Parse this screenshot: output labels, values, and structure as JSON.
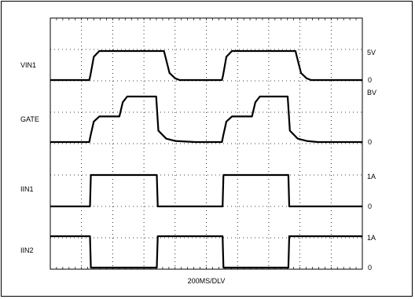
{
  "chart_data": {
    "type": "line",
    "xlabel": "200MS/DLV",
    "x_divisions": 10,
    "y_divisions": 8,
    "grid": true,
    "colors": {
      "trace": "#000000",
      "grid": "#000000",
      "background": "#ffffff"
    },
    "series": [
      {
        "name": "VIN1",
        "levels": [
          "5V",
          "0"
        ],
        "low": 0,
        "high": 5,
        "points": [
          [
            0,
            0
          ],
          [
            1.75,
            0
          ],
          [
            1.8,
            0.8
          ],
          [
            1.95,
            4.0
          ],
          [
            2.2,
            5
          ],
          [
            5.1,
            5
          ],
          [
            5.35,
            1.2
          ],
          [
            5.6,
            0.3
          ],
          [
            5.8,
            0
          ],
          [
            7.7,
            0
          ],
          [
            7.75,
            0.8
          ],
          [
            7.9,
            4.0
          ],
          [
            8.15,
            5
          ],
          [
            11.0,
            5
          ],
          [
            11.25,
            1.2
          ],
          [
            11.5,
            0.3
          ],
          [
            11.7,
            0
          ],
          [
            14,
            0
          ]
        ]
      },
      {
        "name": "GATE",
        "levels": [
          "BV",
          "0"
        ],
        "low": 0,
        "high": 8,
        "points": [
          [
            0,
            0
          ],
          [
            1.75,
            0
          ],
          [
            1.8,
            1.0
          ],
          [
            1.95,
            3.6
          ],
          [
            2.2,
            4.5
          ],
          [
            3.1,
            4.5
          ],
          [
            3.25,
            7.0
          ],
          [
            3.45,
            8
          ],
          [
            4.75,
            8
          ],
          [
            4.85,
            2.0
          ],
          [
            5.2,
            0.6
          ],
          [
            5.6,
            0.2
          ],
          [
            6.5,
            0
          ],
          [
            7.7,
            0
          ],
          [
            7.75,
            1.0
          ],
          [
            7.9,
            3.6
          ],
          [
            8.15,
            4.5
          ],
          [
            9.05,
            4.5
          ],
          [
            9.2,
            7.0
          ],
          [
            9.4,
            8
          ],
          [
            10.65,
            8
          ],
          [
            10.75,
            2.0
          ],
          [
            11.1,
            0.6
          ],
          [
            11.5,
            0.2
          ],
          [
            12.0,
            0
          ],
          [
            14,
            0
          ]
        ]
      },
      {
        "name": "IIN1",
        "levels": [
          "1A",
          "0"
        ],
        "low": 0,
        "high": 1,
        "points": [
          [
            0,
            0
          ],
          [
            1.78,
            0
          ],
          [
            1.82,
            1
          ],
          [
            4.78,
            1
          ],
          [
            4.82,
            0
          ],
          [
            7.73,
            0
          ],
          [
            7.77,
            1
          ],
          [
            10.68,
            1
          ],
          [
            10.72,
            0
          ],
          [
            14,
            0
          ]
        ]
      },
      {
        "name": "IIN2",
        "levels": [
          "1A",
          "0"
        ],
        "low": 0,
        "high": 1,
        "points": [
          [
            0,
            1
          ],
          [
            1.78,
            1
          ],
          [
            1.82,
            0
          ],
          [
            4.78,
            0
          ],
          [
            4.82,
            1
          ],
          [
            7.73,
            1
          ],
          [
            7.77,
            0
          ],
          [
            10.68,
            0
          ],
          [
            10.72,
            1
          ],
          [
            14,
            1
          ]
        ]
      }
    ]
  }
}
